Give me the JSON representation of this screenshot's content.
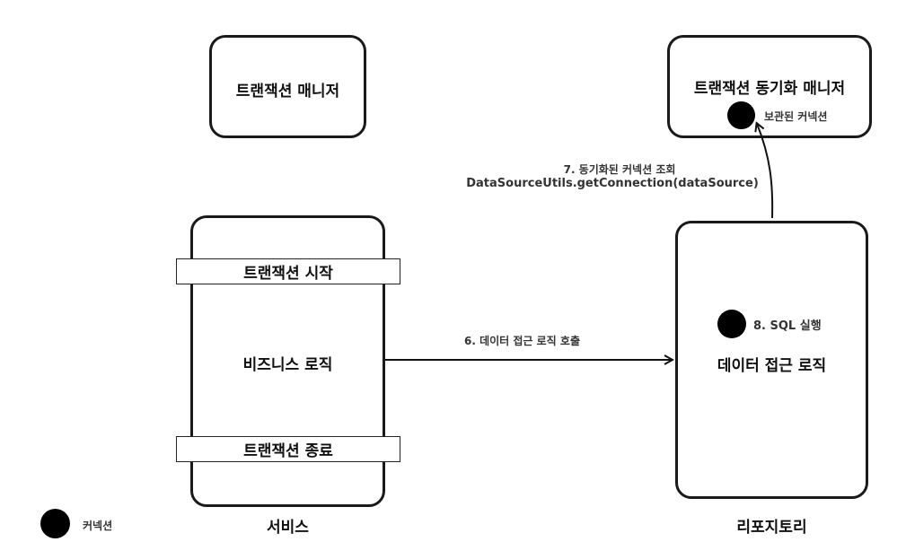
{
  "transaction_manager": {
    "title": "트랜잭션 매니저"
  },
  "sync_manager": {
    "title": "트랜잭션 동기화 매니저",
    "stored_connection_label": "보관된 커넥션"
  },
  "service": {
    "caption": "서비스",
    "tx_start": "트랜잭션 시작",
    "business_logic": "비즈니스 로직",
    "tx_end": "트랜잭션 종료"
  },
  "repository": {
    "caption": "리포지토리",
    "logic": "데이터 접근 로직",
    "sql_step": "8. SQL 실행"
  },
  "arrows": {
    "call_label": "6. 데이터 접근 로직 호출",
    "lookup_label_line1": "7. 동기화된 커넥션 조회",
    "lookup_label_line2": "DataSourceUtils.getConnection(dataSource)"
  },
  "legend": {
    "label": "커넥션"
  }
}
